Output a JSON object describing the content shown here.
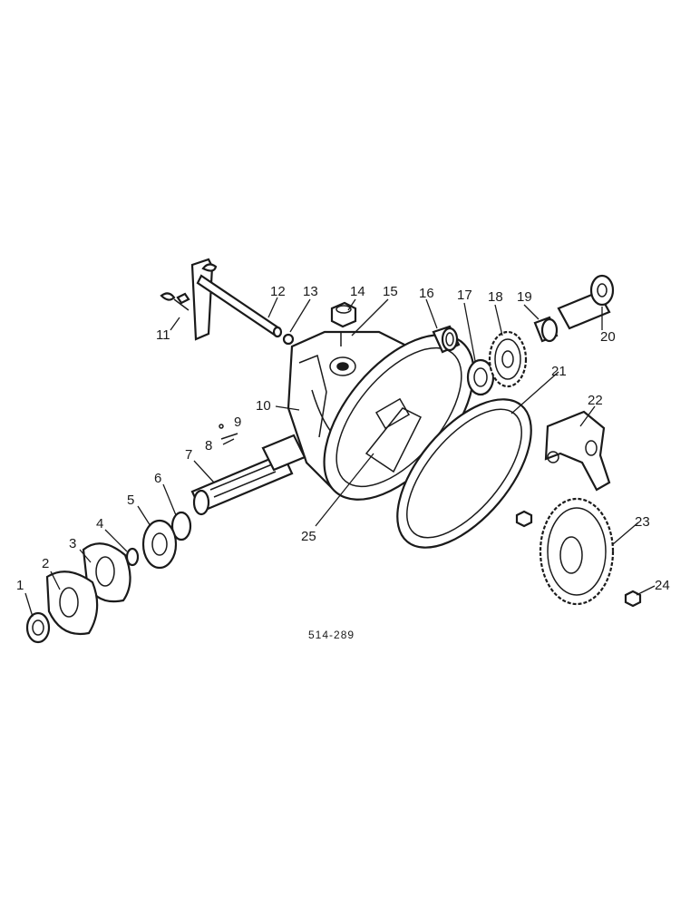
{
  "diagram": {
    "part_labels": [
      "1",
      "2",
      "3",
      "4",
      "5",
      "6",
      "7",
      "8",
      "9",
      "10",
      "11",
      "12",
      "13",
      "14",
      "15",
      "16",
      "17",
      "18",
      "19",
      "20",
      "21",
      "22",
      "23",
      "24",
      "25"
    ],
    "drawing_code": "514-289"
  }
}
